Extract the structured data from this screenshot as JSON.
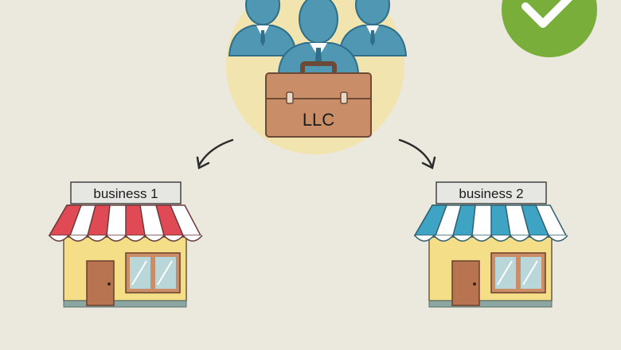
{
  "center": {
    "briefcase_label": "LLC",
    "people_count": 3
  },
  "left_shop": {
    "sign_label": "business 1",
    "awning_color": "#e04a55"
  },
  "right_shop": {
    "sign_label": "business 2",
    "awning_color": "#3fa3c4"
  },
  "status": {
    "icon": "check-icon",
    "color": "#7aae3a"
  },
  "colors": {
    "background": "#ebe8de",
    "halo": "#f3e3a8",
    "people": "#4f97b3",
    "briefcase": "#c98d67",
    "shop_wall": "#f4de88",
    "door": "#b87451"
  }
}
